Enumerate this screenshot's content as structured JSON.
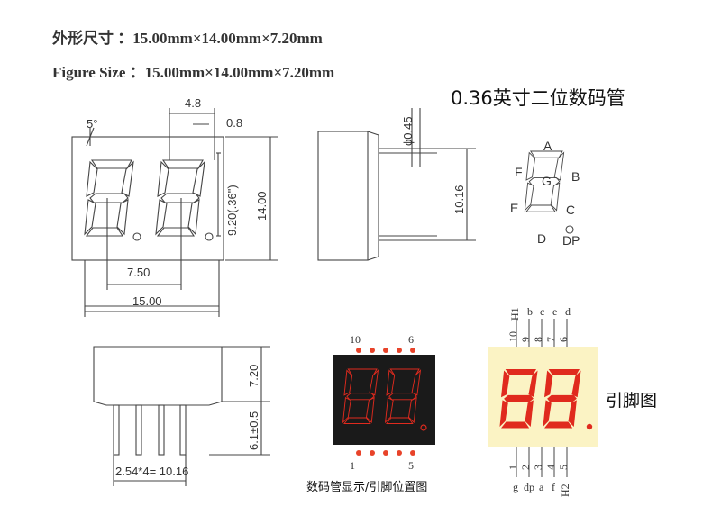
{
  "header": {
    "size_cn": "外形尺寸 ：15.00mm×14.00mm×7.20mm",
    "size_en": "Figure Size ：15.00mm×14.00mm×7.20mm",
    "product_title": "0.36英寸二位数码管"
  },
  "front_view": {
    "angle": "5°",
    "dim_48": "4.8",
    "dim_08": "0.8",
    "dim_920": "9.20(.36\")",
    "dim_1400": "14.00",
    "dim_750": "7.50",
    "dim_1500": "15.00"
  },
  "side_view": {
    "dim_045": "ϕ0.45",
    "dim_1016": "10.16"
  },
  "segment_map": {
    "labels": [
      "A",
      "B",
      "C",
      "D",
      "E",
      "F",
      "G",
      "DP"
    ]
  },
  "bottom_view": {
    "dim_720": "7.20",
    "dim_61": "6.1±0.5",
    "dim_pitch": "2.54*4= 10.16"
  },
  "display_photo": {
    "pin_top_left": "10",
    "pin_top_right": "6",
    "pin_bottom_left": "1",
    "pin_bottom_right": "5",
    "caption": "数码管显示/引脚位置图"
  },
  "pinout": {
    "top_labels": [
      "H1",
      "b",
      "c",
      "e",
      "d"
    ],
    "top_numbers": [
      "10",
      "9",
      "8",
      "7",
      "6"
    ],
    "bottom_numbers": [
      "1",
      "2",
      "3",
      "4",
      "5"
    ],
    "bottom_labels": [
      "g",
      "dp",
      "a",
      "f",
      "H2"
    ],
    "side_label": "引脚图"
  },
  "colors": {
    "segment_red": "#e02a1e",
    "panel_bg": "#fbf3c4",
    "dark_body": "#1a1a1a",
    "pin_dot": "#e8432a"
  }
}
